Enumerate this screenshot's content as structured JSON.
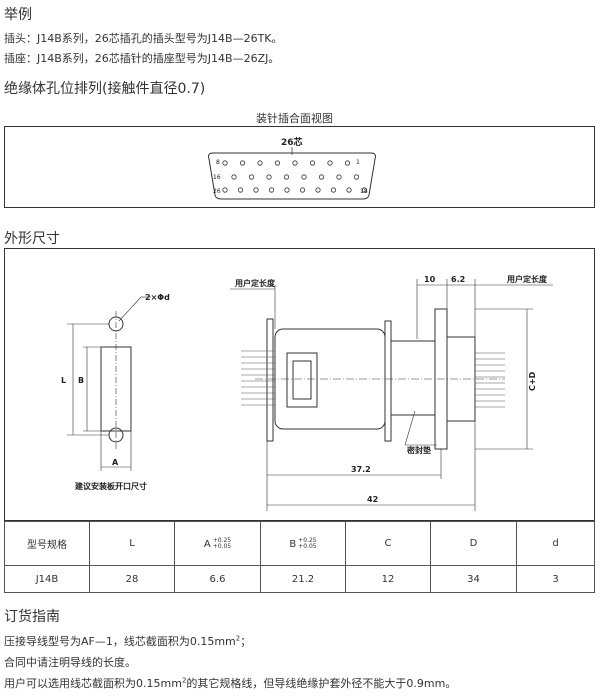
{
  "example": {
    "heading": "举例",
    "line1": "插头：J14B系列，26芯插孔的插头型号为J14B—26TK。",
    "line2": "插座：J14B系列，26芯插针的插座型号为J14B—26ZJ。"
  },
  "layout_section": {
    "heading": "绝缘体孔位排列(接触件直径0.7)",
    "view_title": "装针插合面视图",
    "count_label": "26芯",
    "pin_labels": {
      "top_right": "1",
      "top_left": "8",
      "mid_left": "16",
      "bottom_left": "26",
      "bottom_right": "18"
    }
  },
  "dimensions_section": {
    "heading": "外形尺寸",
    "labels": {
      "hole": "2×Φd",
      "L": "L",
      "B": "B",
      "A": "A",
      "panel_cutout": "建议安装板开口尺寸",
      "user_length_left": "用户定长度",
      "user_length_right": "用户定长度",
      "dim_10": "10",
      "dim_6_2": "6.2",
      "CD": "C+D",
      "seal": "密封垫",
      "dim_37_2": "37.2",
      "dim_42": "42"
    }
  },
  "spec_table": {
    "headers": [
      "型号规格",
      "L",
      "A",
      "B",
      "C",
      "D",
      "d"
    ],
    "tol_A": [
      "+0.25",
      "+0.05"
    ],
    "tol_B": [
      "+0.25",
      "+0.05"
    ],
    "rows": [
      [
        "J14B",
        "28",
        "6.6",
        "21.2",
        "12",
        "34",
        "3"
      ]
    ]
  },
  "ordering": {
    "heading": "订货指南",
    "line1_pre": "压接导线型号为AF—1，线芯截面积为0.15mm",
    "line1_sup": "2",
    "line1_post": "；",
    "line2": "合同中请注明导线的长度。",
    "line3_pre": "用户可以选用线芯截面积为0.15mm",
    "line3_sup": "2",
    "line3_post": "的其它规格线，但导线绝缘护套外径不能大于0.9mm。"
  }
}
